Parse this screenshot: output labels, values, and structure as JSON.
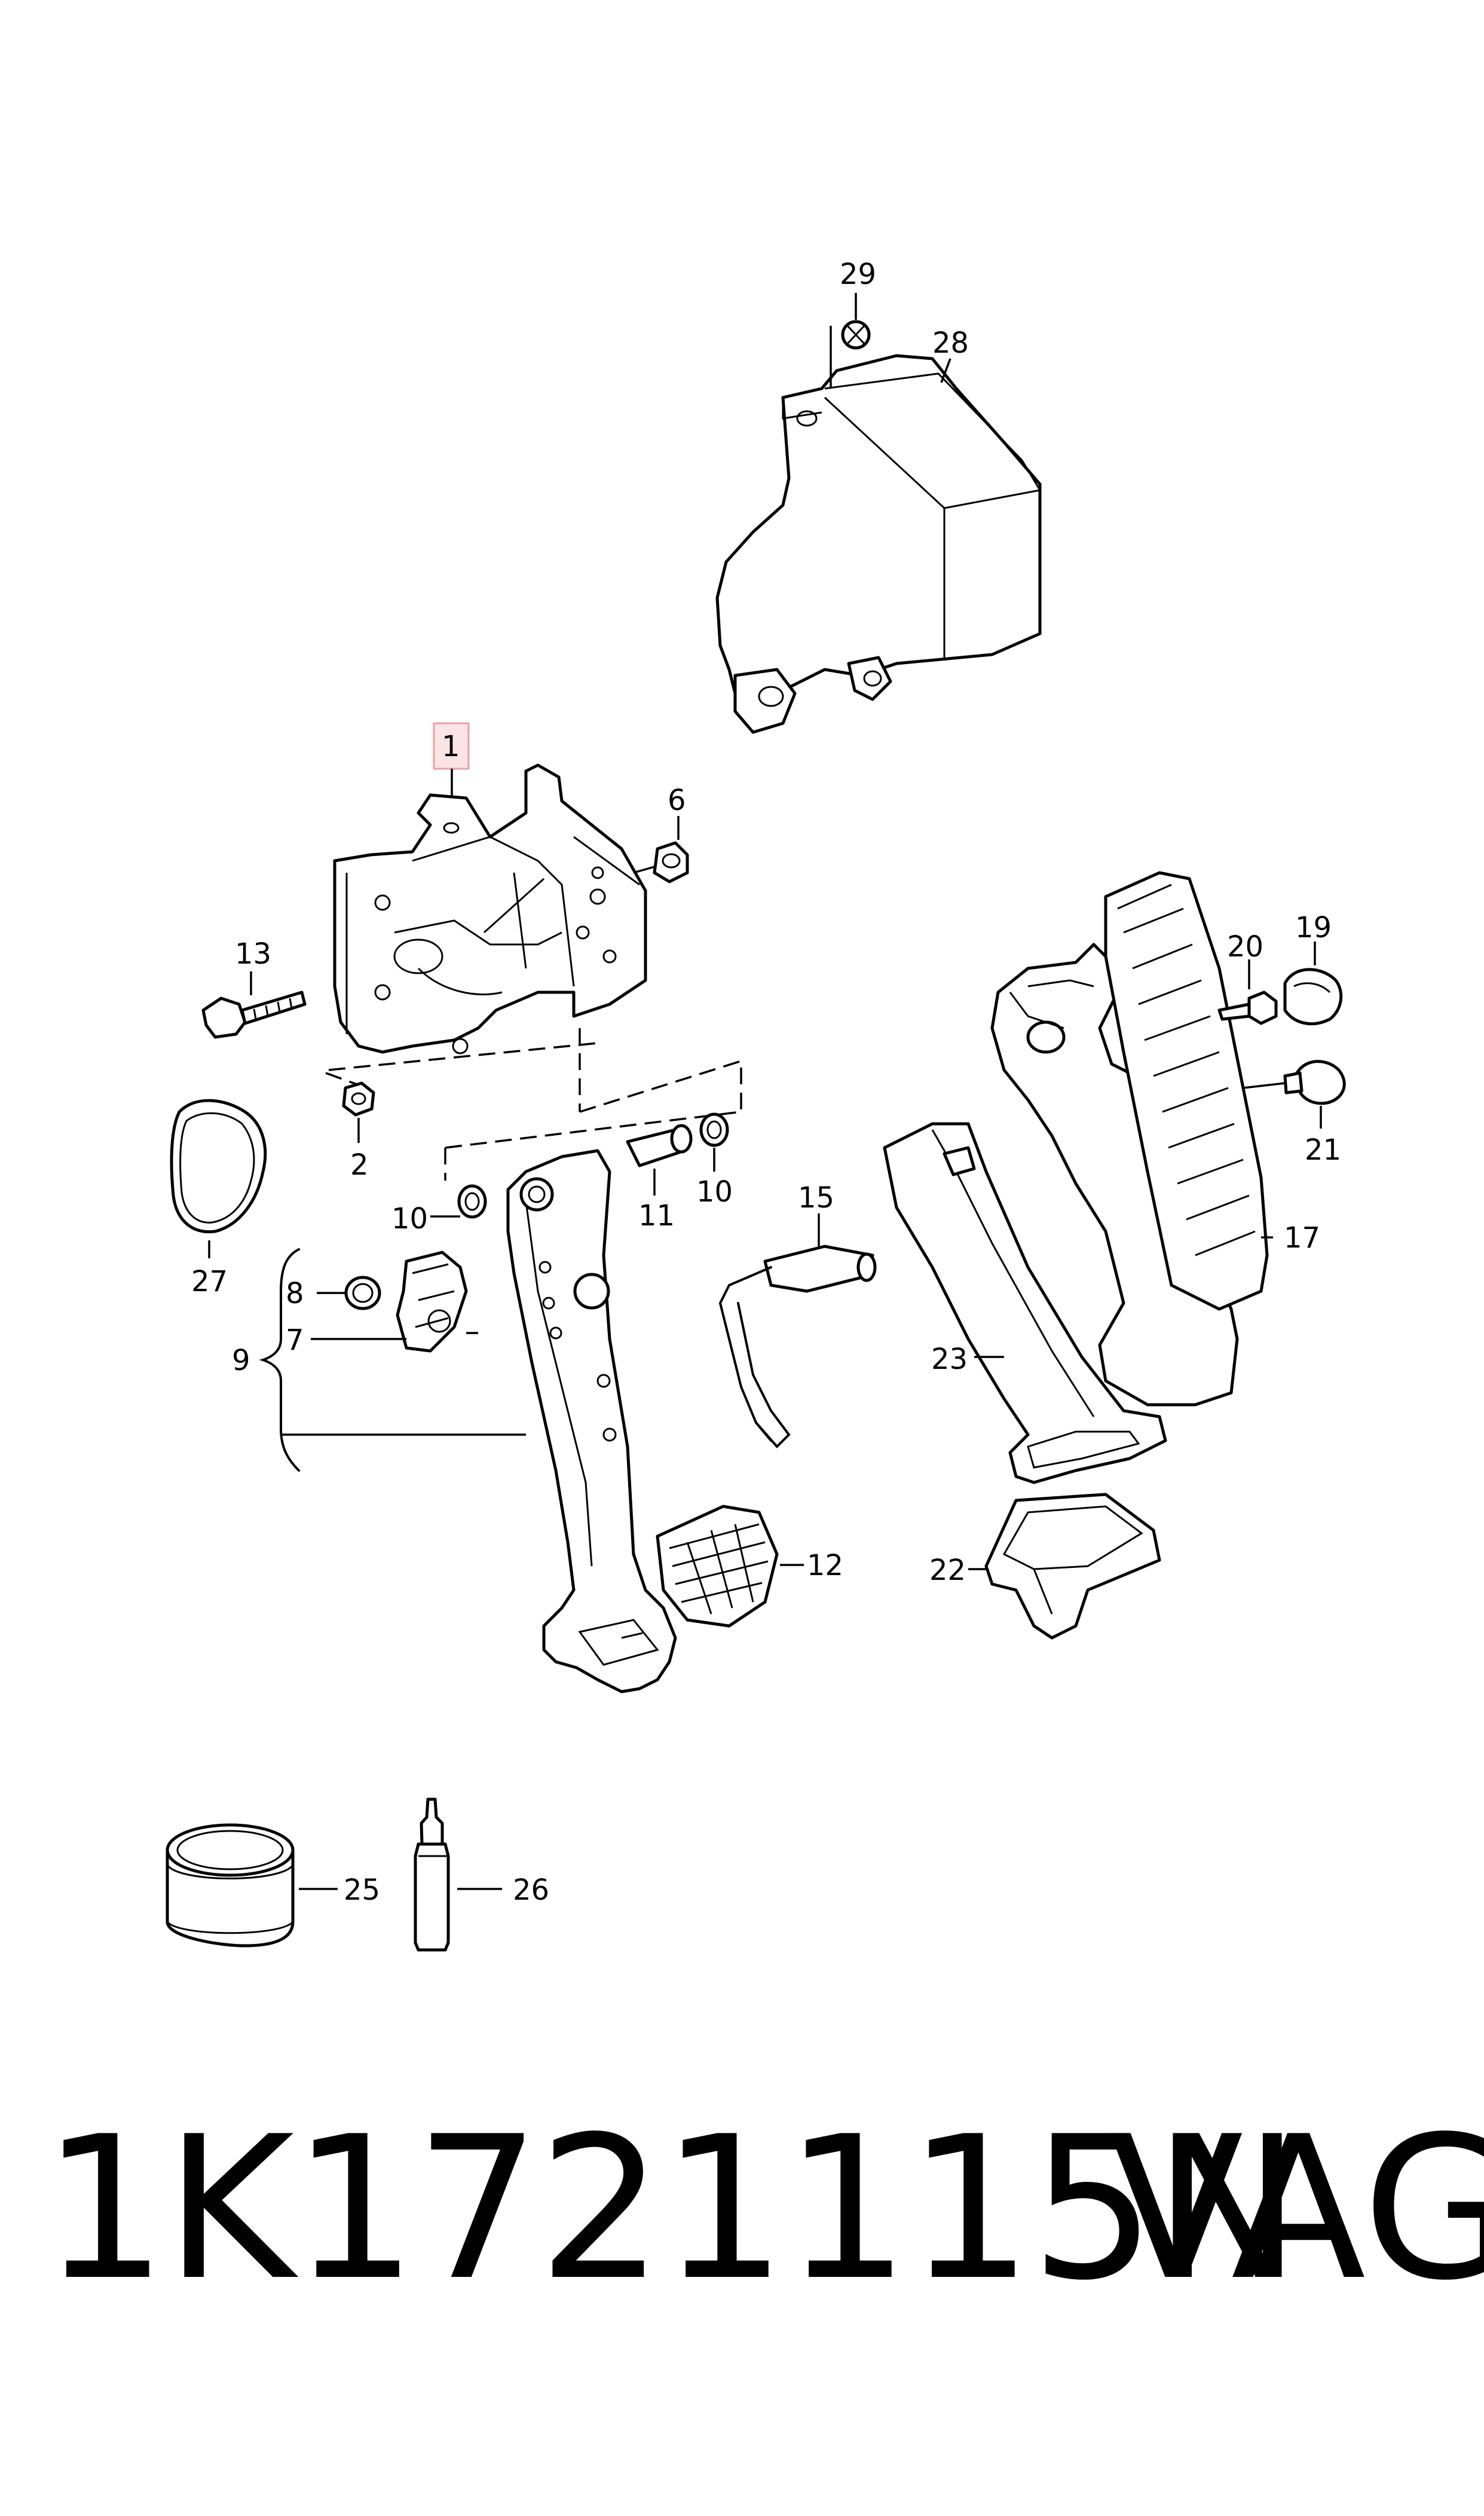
{
  "callouts": {
    "c1": "1",
    "c2": "2",
    "c6": "6",
    "c7": "7",
    "c8": "8",
    "c9": "9",
    "c10a": "10",
    "c10b": "10",
    "c11": "11",
    "c12": "12",
    "c13": "13",
    "c15": "15",
    "c17": "17",
    "c19": "19",
    "c20": "20",
    "c21": "21",
    "c22": "22",
    "c23": "23",
    "c25": "25",
    "c26": "26",
    "c27": "27",
    "c28": "28",
    "c29": "29"
  },
  "highlight_color": "#e8a0a8",
  "footer": {
    "part_number": "1K1721115N",
    "brand": "VAG"
  }
}
